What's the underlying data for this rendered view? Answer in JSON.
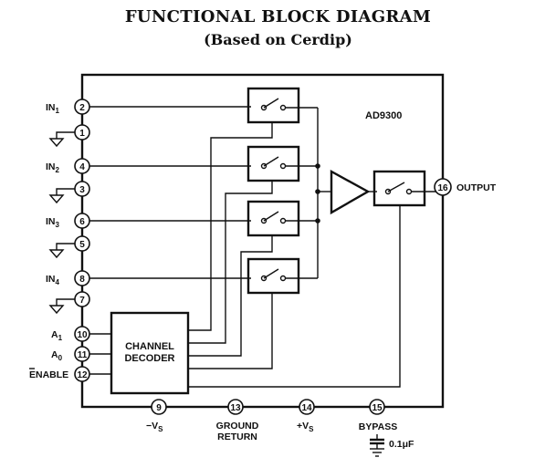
{
  "title": "FUNCTIONAL BLOCK DIAGRAM",
  "subtitle": "(Based on Cerdip)",
  "part_number": "AD9300",
  "decoder_label_line1": "CHANNEL",
  "decoder_label_line2": "DECODER",
  "left_pins": [
    {
      "num": "2",
      "label": "IN",
      "sub": "1"
    },
    {
      "num": "1",
      "label": "",
      "sub": ""
    },
    {
      "num": "4",
      "label": "IN",
      "sub": "2"
    },
    {
      "num": "3",
      "label": "",
      "sub": ""
    },
    {
      "num": "6",
      "label": "IN",
      "sub": "3"
    },
    {
      "num": "5",
      "label": "",
      "sub": ""
    },
    {
      "num": "8",
      "label": "IN",
      "sub": "4"
    },
    {
      "num": "7",
      "label": "",
      "sub": ""
    },
    {
      "num": "10",
      "label": "A",
      "sub": "1"
    },
    {
      "num": "11",
      "label": "A",
      "sub": "0"
    },
    {
      "num": "12",
      "label": "ENABLE",
      "sub": ""
    }
  ],
  "output_pin": {
    "num": "16",
    "label": "OUTPUT"
  },
  "bottom_pins": [
    {
      "num": "9",
      "label1": "−V",
      "sub": "S",
      "label2": ""
    },
    {
      "num": "13",
      "label1": "GROUND",
      "sub": "",
      "label2": "RETURN"
    },
    {
      "num": "14",
      "label1": "+V",
      "sub": "S",
      "label2": ""
    },
    {
      "num": "15",
      "label1": "BYPASS",
      "sub": "",
      "label2": ""
    }
  ],
  "capacitor_label": "0.1μF"
}
